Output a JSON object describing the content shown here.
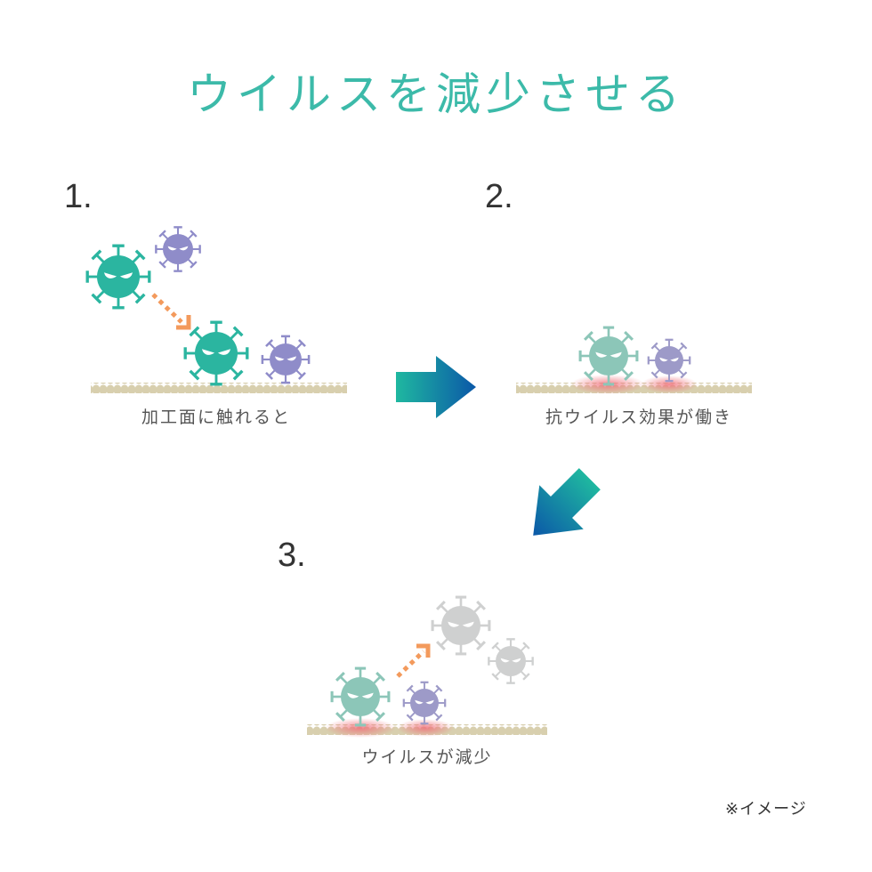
{
  "title": "ウイルスを減少させる",
  "steps": [
    {
      "number": "1.",
      "caption": "加工面に触れると"
    },
    {
      "number": "2.",
      "caption": "抗ウイルス効果が働き"
    },
    {
      "number": "3.",
      "caption": "ウイルスが減少"
    }
  ],
  "note": "※イメージ",
  "colors": {
    "title": "#3cbaa9",
    "virus_teal": "#2bb5a0",
    "virus_purple": "#8f8cc9",
    "virus_teal_pale": "#8cc6b8",
    "virus_purple_pale": "#9d9ac8",
    "virus_grey": "#cfd0d0",
    "surface": "#d8cfae",
    "dotted_arrow": "#f39a5c",
    "arrow_start": "#1fb8a0",
    "arrow_end": "#0b58a8",
    "glow": "#f0707a"
  }
}
